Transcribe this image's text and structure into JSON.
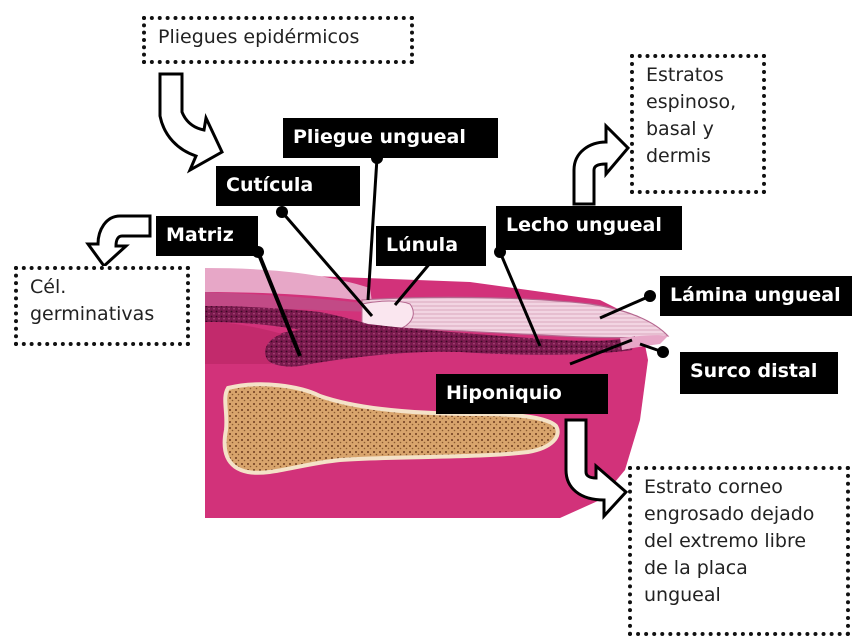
{
  "labels": {
    "pliegue_ungueal": "Pliegue ungueal",
    "cuticula": "Cutícula",
    "matriz": "Matriz",
    "lunula": "Lúnula",
    "lecho_ungueal": "Lecho ungueal",
    "lamina_ungueal": "Lámina ungueal",
    "surco_distal": "Surco distal",
    "hiponiquio": "Hiponiquio"
  },
  "notes": {
    "pliegues_epidermicos": [
      "Pliegues epidérmicos"
    ],
    "cel_germinativas": [
      "Cél.",
      "germinativas"
    ],
    "estratos": [
      "Estratos",
      "espinoso,",
      "basal y",
      "dermis"
    ],
    "estrato_corneo": [
      "Estrato corneo",
      "engrosado dejado",
      "del extremo libre",
      "de la placa",
      "ungueal"
    ]
  },
  "colors": {
    "tissue_pink": "#d2327a",
    "skin_light": "#e7a7c7",
    "matrix_dark": "#6e1846",
    "bone": "#d4a06a",
    "nail_plate": "#f2d4e2"
  }
}
